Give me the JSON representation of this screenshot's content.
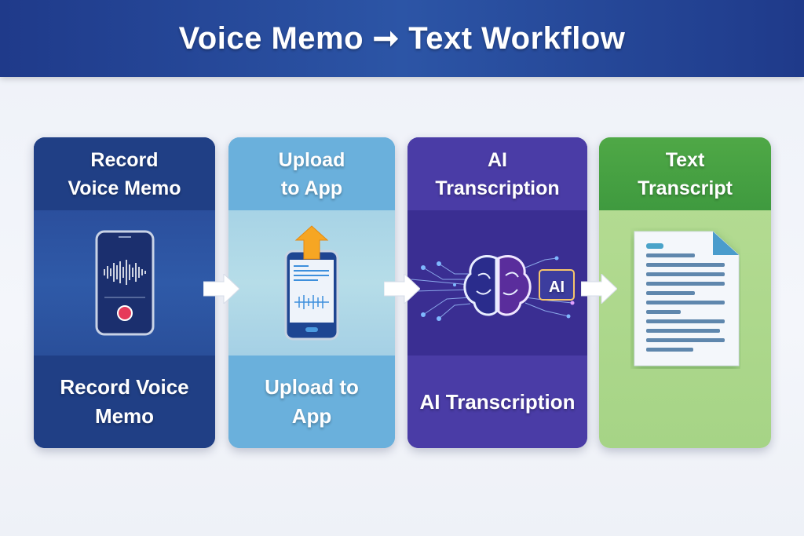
{
  "header": {
    "title": "Voice Memo ➞ Text Workflow"
  },
  "steps": [
    {
      "top_label": "Record\nVoice Memo",
      "bottom_label": "Record Voice\nMemo",
      "icon": "smartphone-recording-icon",
      "color": "#203f85"
    },
    {
      "top_label": "Upload\nto App",
      "bottom_label": "Upload to\nApp",
      "icon": "smartphone-upload-icon",
      "color": "#6ab0dc"
    },
    {
      "top_label": "AI\nTranscription",
      "bottom_label": "AI Transcription",
      "icon": "ai-brain-icon",
      "icon_badge": "AI",
      "color": "#4a3ca6"
    },
    {
      "top_label": "Text\nTranscript",
      "icon": "document-icon",
      "color": "#4fa846"
    }
  ]
}
